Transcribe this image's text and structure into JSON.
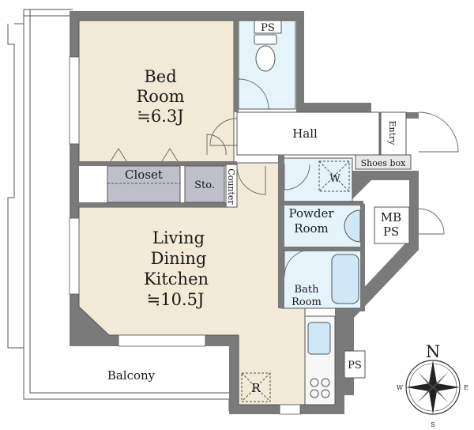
{
  "rooms": {
    "bedroom": {
      "line1": "Bed",
      "line2": "Room",
      "area": "≒6.3J"
    },
    "ldk": {
      "line1": "Living",
      "line2": "Dining",
      "line3": "Kitchen",
      "area": "≒10.5J"
    },
    "hall": "Hall",
    "entry": "Entry",
    "shoes_box": "Shoes box",
    "closet": "Closet",
    "storage": "Sto.",
    "counter": "Counter",
    "powder_room": {
      "line1": "Powder",
      "line2": "Room"
    },
    "bath_room": {
      "line1": "Bath",
      "line2": "Room"
    },
    "washer": "W",
    "mb_ps": {
      "line1": "MB",
      "line2": "PS"
    },
    "ps_top": "PS",
    "ps_right": "PS",
    "refrigerator": "R",
    "balcony": "Balcony"
  },
  "compass": {
    "north": "N",
    "south": "S",
    "east": "E",
    "west": "W"
  },
  "colors": {
    "living_floor": "#f2ead6",
    "wet_floor": "#e5f3fb",
    "wall": "#7a7a7a",
    "closet_fill": "#bfbfc9",
    "line": "#555555"
  }
}
